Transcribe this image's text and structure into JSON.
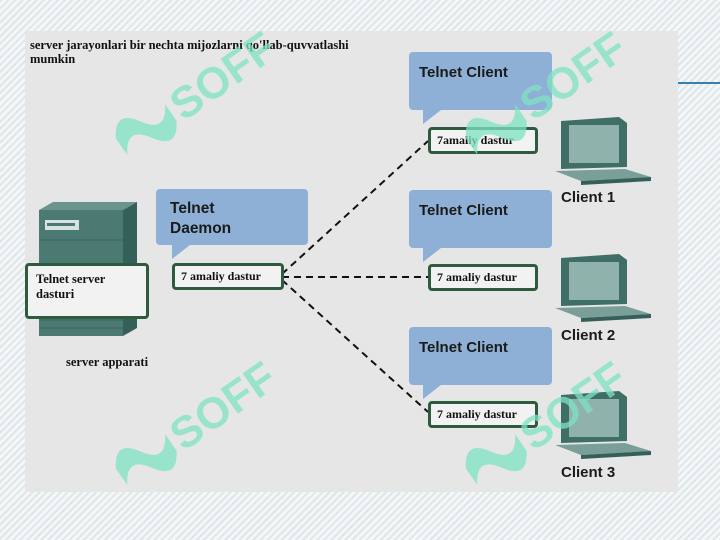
{
  "heading": {
    "line1": "server jarayonlari bir nechta mijozlarni qo'llab-quvvatlashi",
    "line2": "mumkin"
  },
  "server": {
    "program_label_line1": "Telnet server",
    "program_label_line2": "dasturi",
    "caption": "server apparati"
  },
  "daemon": {
    "bubble_line1": "Telnet",
    "bubble_line2": "Daemon",
    "program_label": "7 amaliy dastur"
  },
  "clients": [
    {
      "bubble": "Telnet Client",
      "program_label": "7amaliy dastur",
      "name": "Client 1"
    },
    {
      "bubble": "Telnet Client",
      "program_label": "7 amaliy dastur",
      "name": "Client 2"
    },
    {
      "bubble": "Telnet Client",
      "program_label": "7 amaliy dastur",
      "name": "Client 3"
    }
  ],
  "watermark": {
    "text": "SOFF",
    "color": "#7fe3c3"
  },
  "colors": {
    "bubble": "#8fb0d6",
    "box_border": "#2e5a3e",
    "device_teal": "#4a7a72",
    "panel": "#e6e6e6"
  },
  "icons": [
    "server-tower-icon",
    "desktop-computer-icon"
  ]
}
